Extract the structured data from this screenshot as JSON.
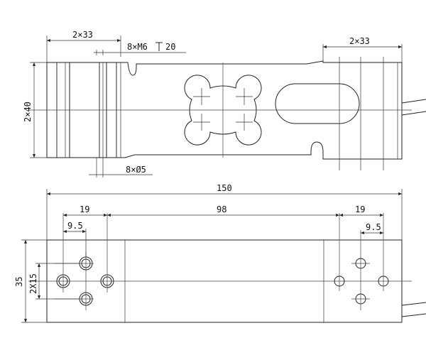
{
  "top_view": {
    "left_width_dim": "2×33",
    "thread_spec": "8×M6",
    "thread_depth": "20",
    "height_dim": "2×40",
    "hole_spec": "8×Ø5",
    "right_width_dim": "2×33"
  },
  "bottom_view": {
    "overall_length": "150",
    "left_group_dim": "19",
    "center_dim": "98",
    "right_group_dim": "19",
    "left_half_dim": "9.5",
    "right_half_dim": "9.5",
    "height_dim": "35",
    "hole_spacing_dim": "2X15"
  },
  "icons": {
    "depth_symbol": "depth-symbol-icon",
    "cable": "cable-icon"
  }
}
